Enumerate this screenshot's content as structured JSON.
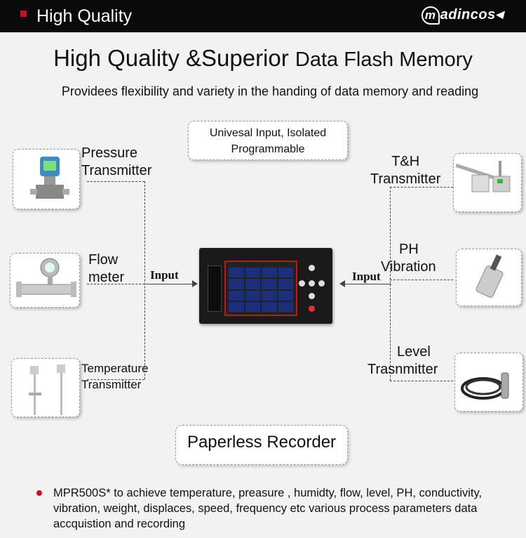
{
  "header": {
    "title": "High Quality",
    "logo": "madincos"
  },
  "headline": {
    "main": "High Quality &Superior",
    "tail": "Data Flash Memory"
  },
  "subline": "Providees flexibility and variety in the handing of data memory and reading",
  "center_box": {
    "line1": "Univesal Input, Isolated",
    "line2": "Programmable"
  },
  "left_sensors": [
    {
      "line1": "Pressure",
      "line2": "Transmitter"
    },
    {
      "line1": "Flow",
      "line2": "meter"
    },
    {
      "line1": "Temperature",
      "line2": "Transmitter"
    }
  ],
  "right_sensors": [
    {
      "line1": "T&H",
      "line2": "Transmitter"
    },
    {
      "line1": "PH",
      "line2": "Vibration"
    },
    {
      "line1": "Level",
      "line2": "Trasnmitter"
    }
  ],
  "input_left": "Input",
  "input_right": "Input",
  "product_label": "Paperless Recorder",
  "bullet": "MPR500S* to achieve temperature, preasure , humidty, flow, level, PH, conductivity, vibration, weight, displaces, speed, frequency etc various process parameters data accquistion and recording",
  "colors": {
    "accent": "#c8102e",
    "topbar": "#0a0a0a"
  }
}
